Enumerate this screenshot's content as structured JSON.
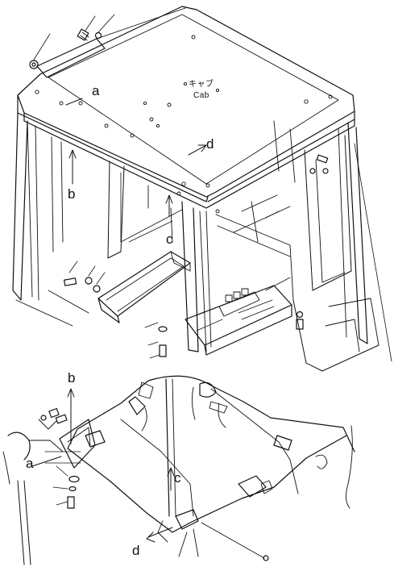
{
  "colors": {
    "ink": "#111111",
    "background": "#ffffff"
  },
  "cab": {
    "label_jp": "キャブ",
    "label_en": "Cab"
  },
  "callouts": {
    "a_top": "a",
    "b_top": "b",
    "c_top": "c",
    "d_top": "d",
    "b_bottom": "b",
    "a_bottom": "a",
    "c_bottom": "c",
    "d_bottom": "d"
  }
}
